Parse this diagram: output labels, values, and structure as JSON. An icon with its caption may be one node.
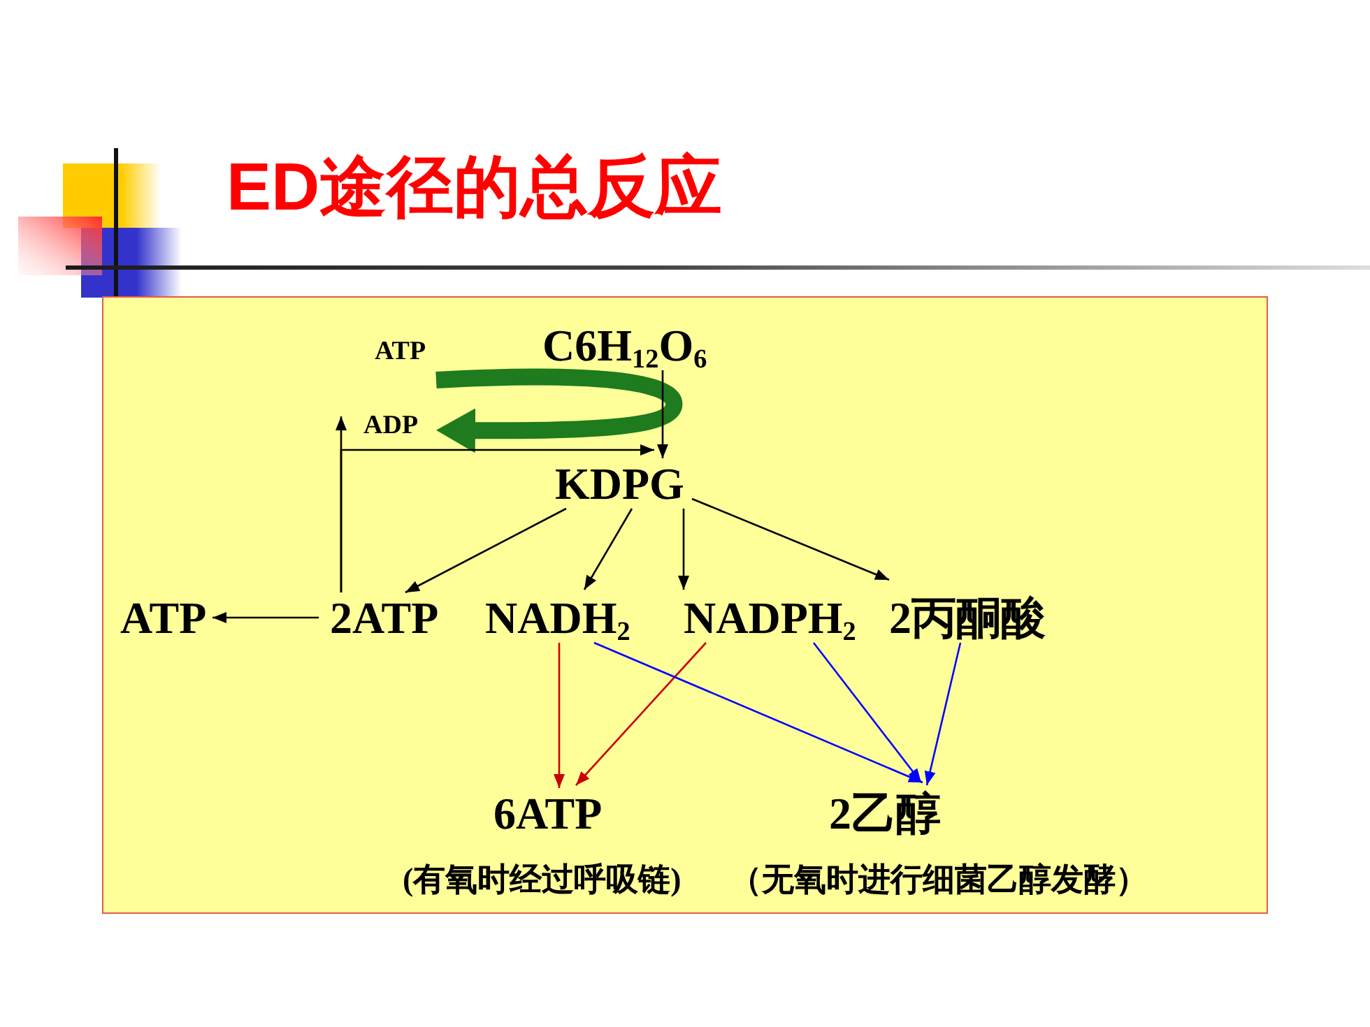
{
  "diagram": {
    "title": "ED途径的总反应",
    "nodes": [
      {
        "text": [],
        "shape": "box"
      },
      {
        "text": [
          "ATP"
        ],
        "in": 0
      },
      {
        "text": [
          "C6H$_{12}$O$_{6}$"
        ],
        "in": 0
      },
      {
        "text": [
          "ADP"
        ],
        "in": 0
      },
      {
        "text": [
          "KDPG"
        ],
        "in": 0
      },
      {
        "text": [
          "ATP"
        ],
        "in": 0
      },
      {
        "text": [
          "2ATP"
        ],
        "in": 0
      },
      {
        "text": [
          "NADH$_{2}$"
        ],
        "in": 0
      },
      {
        "text": [
          "NADPH$_{2}$"
        ],
        "in": 0
      },
      {
        "text": [
          "2丙酮酸"
        ],
        "in": 0
      },
      {
        "text": [
          "6ATP"
        ],
        "beside": [
          "(有氧时经过呼吸链)"
        ],
        "in": 0
      },
      {
        "text": [
          "2乙醇"
        ],
        "beside": [
          "（无氧时进行细菌乙醇发酵）"
        ],
        "in": 0
      }
    ],
    "edges": [
      {
        "from": 1,
        "to": 3,
        "arrow": "to",
        "style": "thick",
        "color": "#1e7b1e"
      },
      {
        "from": 2,
        "to": 4,
        "arrow": "to"
      },
      {
        "from": 6,
        "to": 3,
        "arrow": "to"
      },
      {
        "from": 6,
        "to": 4,
        "arrow": "to"
      },
      {
        "from": 4,
        "to": 6,
        "arrow": "to"
      },
      {
        "from": 4,
        "to": 7,
        "arrow": "to"
      },
      {
        "from": 4,
        "to": 8,
        "arrow": "to"
      },
      {
        "from": 4,
        "to": 9,
        "arrow": "to"
      },
      {
        "from": 6,
        "to": 5,
        "arrow": "to"
      },
      {
        "from": 7,
        "to": 10,
        "arrow": "to",
        "color": "#cc0000"
      },
      {
        "from": 8,
        "to": 10,
        "arrow": "to",
        "color": "#cc0000"
      },
      {
        "from": 7,
        "to": 11,
        "arrow": "to",
        "color": "#0000ff"
      },
      {
        "from": 8,
        "to": 11,
        "arrow": "to",
        "color": "#0000ff"
      },
      {
        "from": 9,
        "to": 11,
        "arrow": "to",
        "color": "#0000ff"
      }
    ]
  }
}
